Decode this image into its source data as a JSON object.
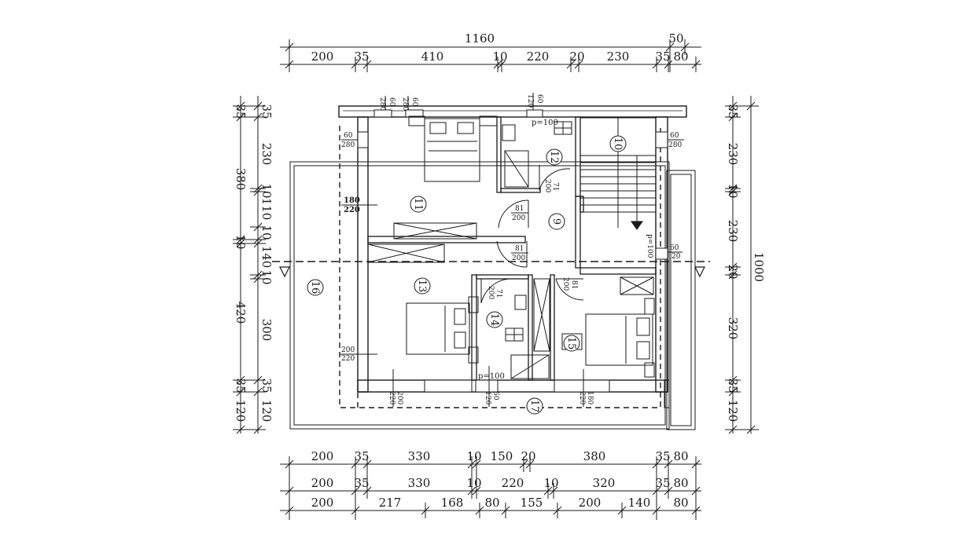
{
  "top": {
    "total": "1160",
    "extra": "50",
    "segments": [
      "200",
      "35",
      "410",
      "10",
      "220",
      "20",
      "230",
      "35",
      "80"
    ]
  },
  "bottom": {
    "row1": [
      "200",
      "35",
      "330",
      "10",
      "150",
      "20",
      "380",
      "35",
      "80"
    ],
    "row2": [
      "200",
      "35",
      "330",
      "10",
      "220",
      "10",
      "320",
      "35",
      "80"
    ],
    "row3": [
      "200",
      "217",
      "168",
      "80",
      "155",
      "200",
      "140",
      "80"
    ]
  },
  "left": {
    "outer": [
      "35",
      "380",
      "10",
      "420",
      "35",
      "120"
    ],
    "inner": [
      "35",
      "230",
      "10",
      "110",
      "10",
      "140",
      "10",
      "300",
      "35",
      "120"
    ]
  },
  "right": {
    "total": "1000",
    "segments": [
      "35",
      "230",
      "10",
      "230",
      "20",
      "320",
      "35",
      "120"
    ]
  },
  "rooms": [
    "9",
    "10",
    "11",
    "12",
    "13",
    "14",
    "15",
    "16",
    "17"
  ],
  "openings": {
    "win_top_1": [
      "280",
      "60"
    ],
    "win_top_2": [
      "280",
      "60"
    ],
    "win_top_3": [
      "120",
      "60"
    ],
    "p100_top": "p=100",
    "win_left_1": [
      "60",
      "280"
    ],
    "win_right_1": [
      "60",
      "280"
    ],
    "door_11": [
      "180",
      "220"
    ],
    "door_12": [
      "71",
      "200"
    ],
    "door_9a": [
      "81",
      "200"
    ],
    "door_9b": [
      "81",
      "200"
    ],
    "p100_stair": "p=100",
    "win_right_2": [
      "60",
      "20"
    ],
    "door_14": [
      "71",
      "200"
    ],
    "door_15": [
      "81",
      "200"
    ],
    "door_13": [
      "200",
      "220"
    ],
    "win_bot_1": [
      "200",
      "220"
    ],
    "p100_bot": "p=100",
    "win_bot_2": [
      "60",
      "120"
    ],
    "win_bot_3": [
      "180",
      "220"
    ]
  }
}
